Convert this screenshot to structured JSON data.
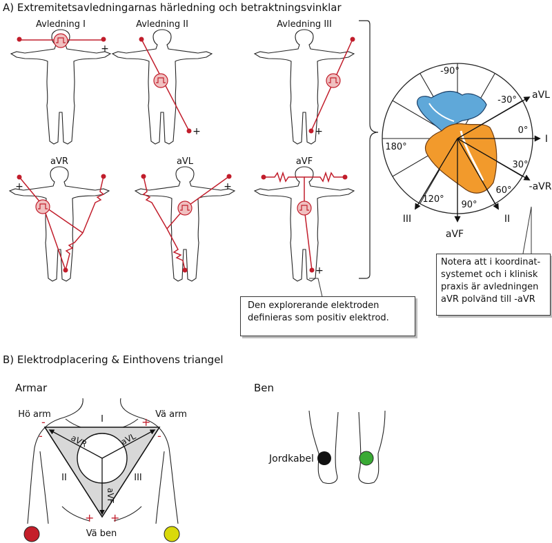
{
  "colors": {
    "red": "#c11d2b",
    "outline": "#222222",
    "heart_blue": "#5fa8d9",
    "heart_orange": "#f29a2c",
    "triangle_fill": "#d8d8d8",
    "electrode_red": "#c41e2a",
    "electrode_yellow": "#d9d90a",
    "electrode_black": "#111111",
    "electrode_green": "#3aaa35"
  },
  "sectionA": {
    "title": "A) Extremitetsavledningarnas härledning och betraktningsvinklar",
    "figures": [
      {
        "label": "Avledning I"
      },
      {
        "label": "Avledning II"
      },
      {
        "label": "Avledning III"
      },
      {
        "label": "aVR"
      },
      {
        "label": "aVL"
      },
      {
        "label": "aVF"
      }
    ],
    "plus_sign": "+",
    "callout_text": [
      "Den explorerande elektroden",
      "definieras som positiv elektrod."
    ]
  },
  "hexaxial": {
    "angle_labels": [
      "-90°",
      "-30°",
      "0°",
      "30°",
      "60°",
      "90°",
      "120°",
      "180°"
    ],
    "lead_labels": [
      "aVL",
      "I",
      "-aVR",
      "II",
      "aVF",
      "III"
    ],
    "callout_text": [
      "Notera att i koordinat-",
      "systemet och i klinisk",
      "praxis är avledningen",
      "aVR polvänd till -aVR"
    ]
  },
  "sectionB": {
    "title": "B) Elektrodplacering & Einthovens triangel",
    "arms_label": "Armar",
    "legs_label": "Ben",
    "right_arm": "Hö arm",
    "left_arm": "Vä arm",
    "left_leg": "Vä ben",
    "ground": "Jordkabel",
    "roman": [
      "I",
      "II",
      "III"
    ],
    "vectors": [
      "aVR",
      "aVL",
      "aVF"
    ],
    "minus_sign": "-",
    "plus_sign": "+"
  }
}
